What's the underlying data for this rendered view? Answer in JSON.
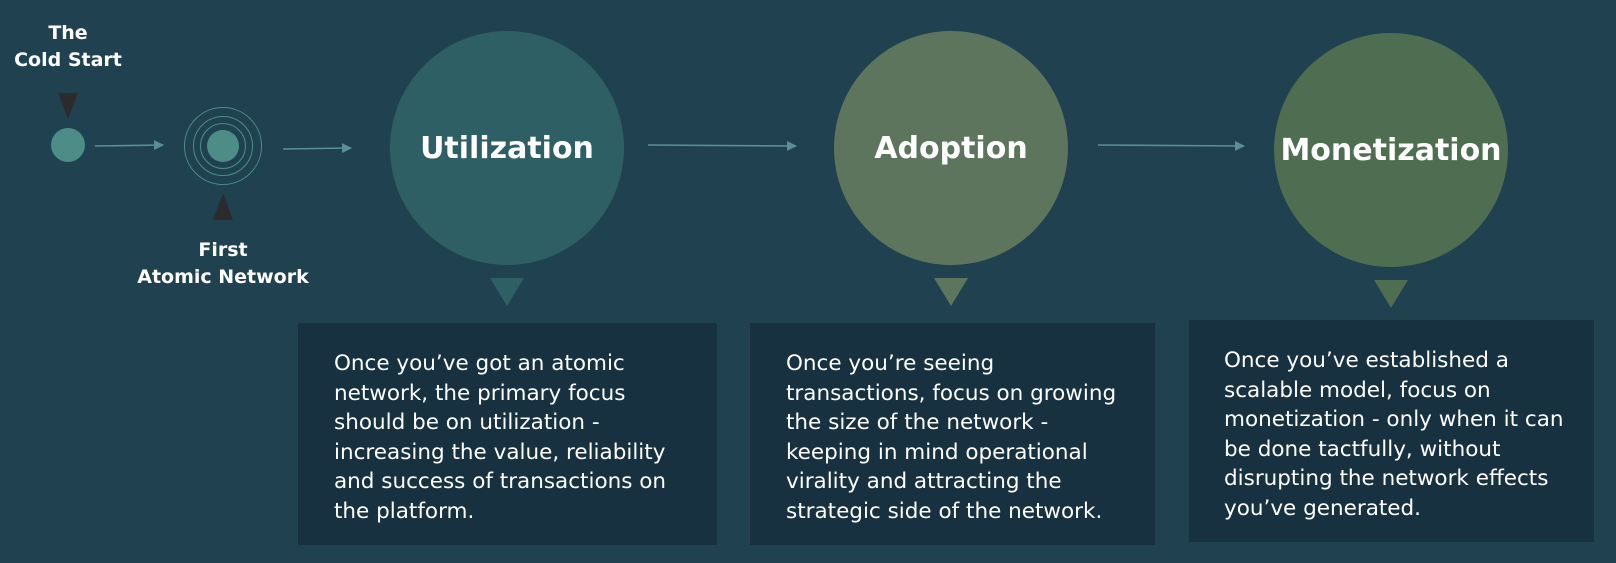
{
  "diagram": {
    "start_markers": {
      "cold_start_label": [
        "The",
        "Cold Start"
      ],
      "first_atomic_network_label": [
        "First",
        "Atomic Network"
      ]
    },
    "stages": [
      {
        "name": "Utilization",
        "color": "#2e5f64",
        "description_lines": [
          "Once you’ve got an atomic",
          "network, the primary focus",
          "should be on utilization -",
          "increasing the value, reliability",
          "and success of transactions on",
          "the platform."
        ]
      },
      {
        "name": "Adoption",
        "color": "#5e755d",
        "description_lines": [
          "Once you’re seeing",
          "transactions, focus on growing",
          "the size of the network -",
          "keeping in mind operational",
          "virality and attracting the",
          "strategic side of the network."
        ]
      },
      {
        "name": "Monetization",
        "color": "#4e6d51",
        "description_lines": [
          "Once you’ve established a",
          "scalable model, focus on",
          "monetization - only when it can",
          "be done tactfully, without",
          "disrupting the network effects",
          "you’ve generated."
        ]
      }
    ],
    "colors": {
      "background": "#1f4150",
      "description_box": "#173140",
      "node_teal": "#4d8d88",
      "connector": "#5a8f96",
      "marker_triangle": "#2b2b2b"
    }
  }
}
